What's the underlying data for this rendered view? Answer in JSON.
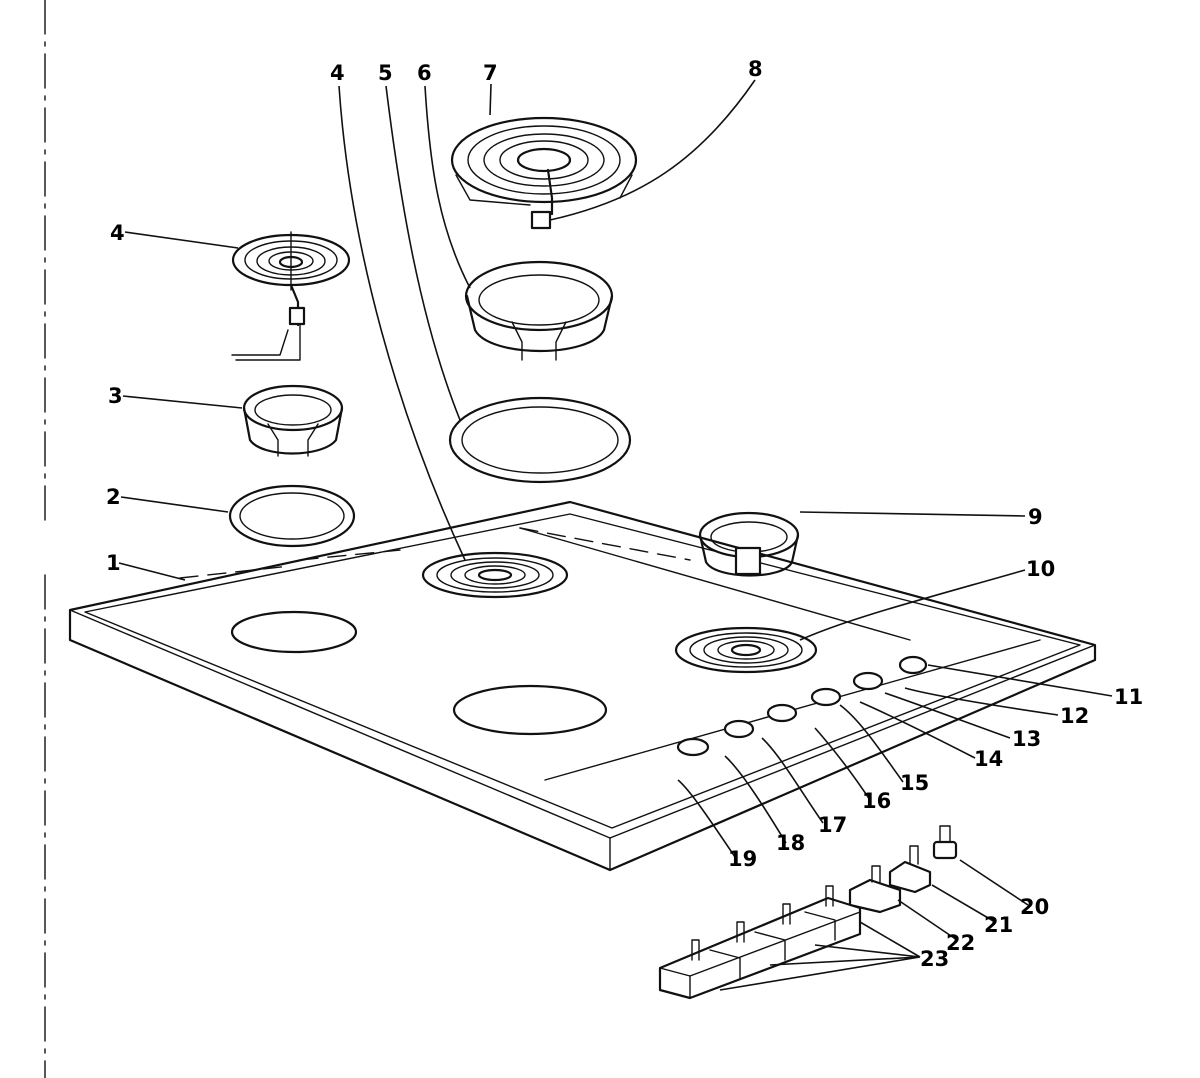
{
  "labels": {
    "l1": "1",
    "l2": "2",
    "l3": "3",
    "l4a": "4",
    "l4b": "4",
    "l5": "5",
    "l6": "6",
    "l7": "7",
    "l8": "8",
    "l9": "9",
    "l10": "10",
    "l11": "11",
    "l12": "12",
    "l13": "13",
    "l14": "14",
    "l15": "15",
    "l16": "16",
    "l17": "17",
    "l18": "18",
    "l19": "19",
    "l20": "20",
    "l21": "21",
    "l22": "22",
    "l23": "23"
  },
  "colors": {
    "ink": "#111111",
    "paper": "#ffffff"
  }
}
